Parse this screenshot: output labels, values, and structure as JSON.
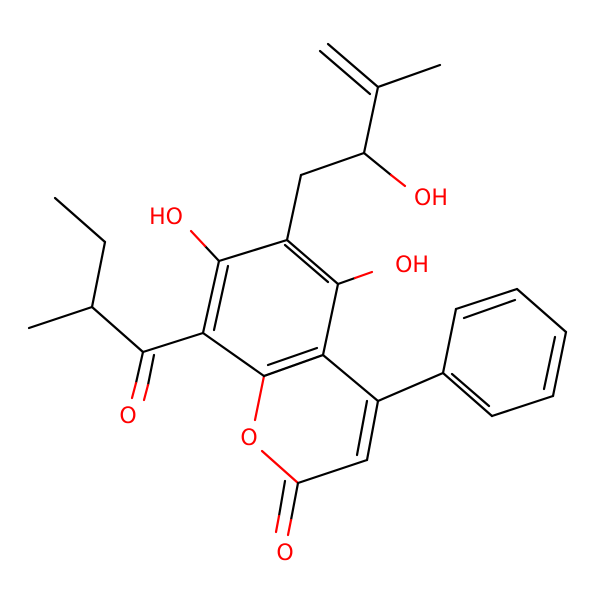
{
  "molecule": {
    "atom_labels": {
      "oh_chain": "OH",
      "oh_c7": "HO",
      "oh_c5": "OH",
      "o_ketone": "O",
      "o_ring": "O",
      "o_lactone": "O"
    },
    "colors": {
      "bond": "#000000",
      "heteroatom": "#ff0000",
      "background": "#ffffff"
    }
  }
}
